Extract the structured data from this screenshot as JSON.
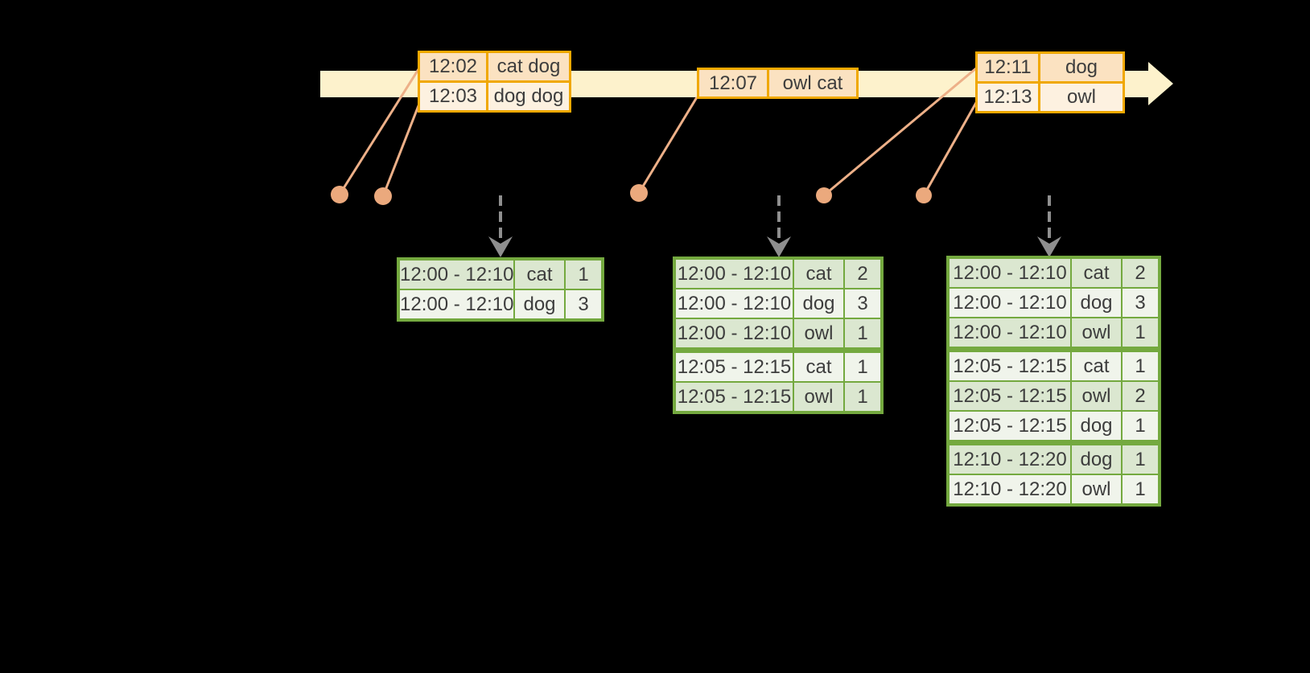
{
  "timeline": {
    "direction": "left-to-right",
    "event_tables": [
      {
        "rows": [
          {
            "time": "12:02",
            "words": "cat dog"
          },
          {
            "time": "12:03",
            "words": "dog dog"
          }
        ]
      },
      {
        "rows": [
          {
            "time": "12:07",
            "words": "owl cat"
          }
        ]
      },
      {
        "rows": [
          {
            "time": "12:11",
            "words": "dog"
          },
          {
            "time": "12:13",
            "words": "owl"
          }
        ]
      }
    ]
  },
  "result_tables": [
    {
      "rows": [
        {
          "window": "12:00 - 12:10",
          "word": "cat",
          "count": "1"
        },
        {
          "window": "12:00 - 12:10",
          "word": "dog",
          "count": "3"
        }
      ]
    },
    {
      "rows": [
        {
          "window": "12:00 - 12:10",
          "word": "cat",
          "count": "2"
        },
        {
          "window": "12:00 - 12:10",
          "word": "dog",
          "count": "3"
        },
        {
          "window": "12:00 - 12:10",
          "word": "owl",
          "count": "1"
        },
        {
          "window": "12:05 - 12:15",
          "word": "cat",
          "count": "1"
        },
        {
          "window": "12:05 - 12:15",
          "word": "owl",
          "count": "1"
        }
      ]
    },
    {
      "rows": [
        {
          "window": "12:00 - 12:10",
          "word": "cat",
          "count": "2"
        },
        {
          "window": "12:00 - 12:10",
          "word": "dog",
          "count": "3"
        },
        {
          "window": "12:00 - 12:10",
          "word": "owl",
          "count": "1"
        },
        {
          "window": "12:05 - 12:15",
          "word": "cat",
          "count": "1"
        },
        {
          "window": "12:05 - 12:15",
          "word": "owl",
          "count": "2"
        },
        {
          "window": "12:05 - 12:15",
          "word": "dog",
          "count": "1"
        },
        {
          "window": "12:10 - 12:20",
          "word": "dog",
          "count": "1"
        },
        {
          "window": "12:10 - 12:20",
          "word": "owl",
          "count": "1"
        }
      ]
    }
  ],
  "colors": {
    "background": "#000000",
    "timeline_band": "#fdf2cc",
    "event_table_border": "#f0a800",
    "event_row_dark": "#fbe2c1",
    "event_row_light": "#fdf1e0",
    "connector_line": "#edb088",
    "event_dot": "#eba97d",
    "trigger_arrow": "#8f8f8f",
    "result_table_border": "#74a93f",
    "result_row_dark": "#dbe7d0",
    "result_row_light": "#f0f4eb",
    "text": "#3d3d3d"
  }
}
